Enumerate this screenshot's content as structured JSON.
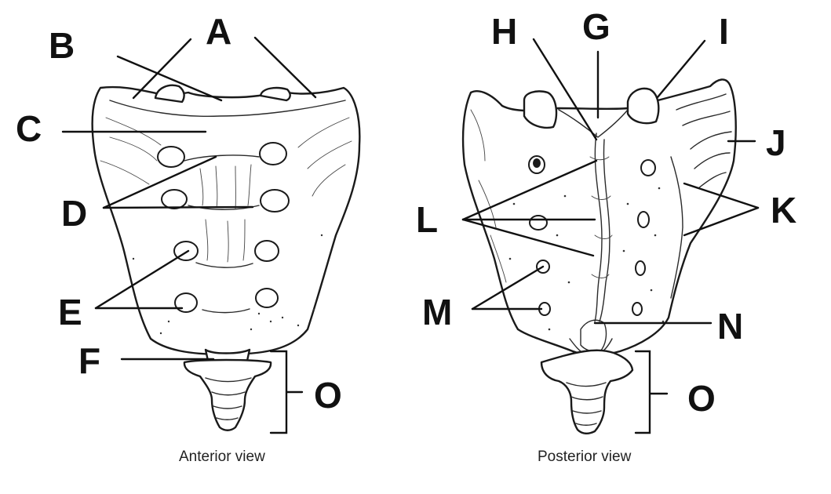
{
  "figure": {
    "anterior_caption": "Anterior view",
    "posterior_caption": "Posterior view"
  },
  "labels": {
    "a": "A",
    "b": "B",
    "c": "C",
    "d": "D",
    "e": "E",
    "f": "F",
    "o_anterior": "O",
    "h": "H",
    "g": "G",
    "i": "I",
    "j": "J",
    "k": "K",
    "l": "L",
    "m": "M",
    "n": "N",
    "o_posterior": "O"
  },
  "colors": {
    "ink": "#111111",
    "paper": "#ffffff"
  }
}
